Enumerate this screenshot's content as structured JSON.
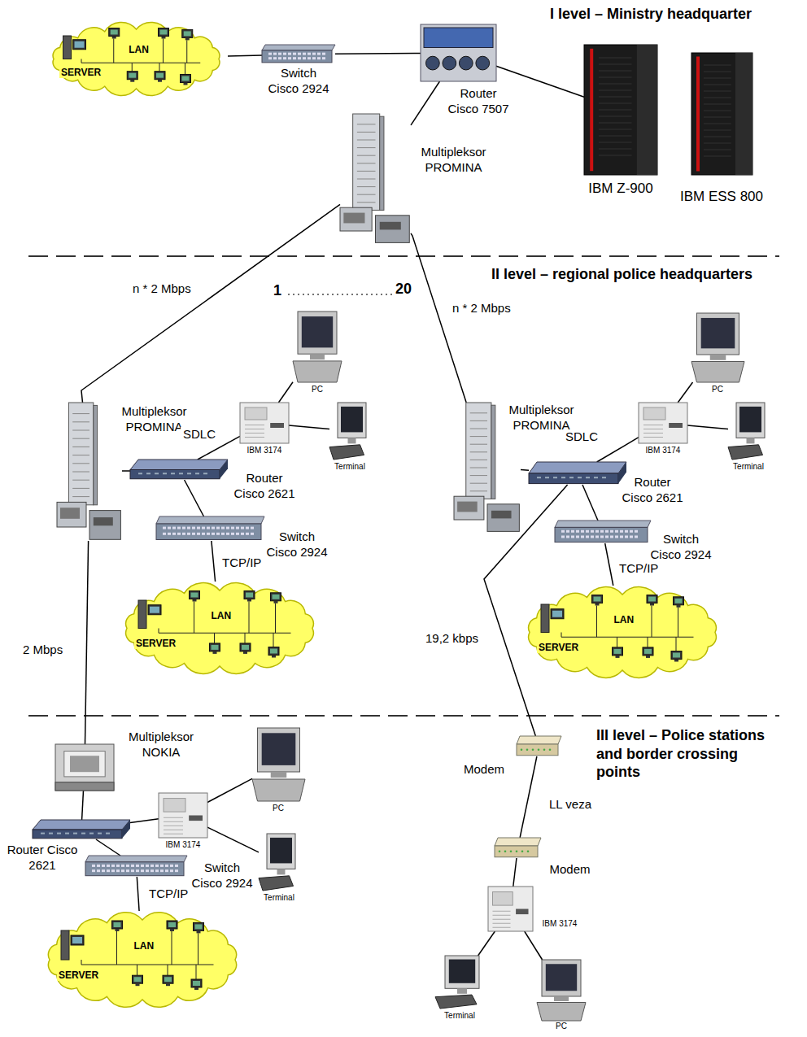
{
  "diagram": {
    "nodes": [
      {
        "text": [
          "LAN",
          "SERVER"
        ]
      },
      {
        "text": [
          "Switch Cisco 2924"
        ]
      },
      {
        "text": [
          "Router Cisco 7507"
        ]
      },
      {
        "text": [
          "IBM Z-900"
        ]
      },
      {
        "text": [
          "IBM ESS 800"
        ]
      },
      {
        "text": [
          "Multipleksor PROMINA"
        ]
      },
      {
        "text": [
          "Multipleksor PROMINA"
        ]
      },
      {
        "text": [
          "IBM 3174"
        ]
      },
      {
        "text": [
          "PC"
        ]
      },
      {
        "text": [
          "Terminal"
        ]
      },
      {
        "text": [
          "Router Cisco 2621"
        ]
      },
      {
        "text": [
          "Switch Cisco 2924"
        ]
      },
      {
        "text": [
          "LAN",
          "SERVER"
        ]
      },
      {
        "text": [
          "Multipleksor PROMINA"
        ]
      },
      {
        "text": [
          "IBM 3174"
        ]
      },
      {
        "text": [
          "PC"
        ]
      },
      {
        "text": [
          "Terminal"
        ]
      },
      {
        "text": [
          "Router Cisco 2621"
        ]
      },
      {
        "text": [
          "Switch Cisco 2924"
        ]
      },
      {
        "text": [
          "LAN",
          "SERVER"
        ]
      },
      {
        "text": [
          "Multipleksor NOKIA"
        ]
      },
      {
        "text": [
          "IBM 3174"
        ]
      },
      {
        "text": [
          "PC"
        ]
      },
      {
        "text": [
          "Terminal"
        ]
      },
      {
        "text": [
          "Router Cisco 2621"
        ]
      },
      {
        "text": [
          "Switch Cisco 2924"
        ]
      },
      {
        "text": [
          "LAN",
          "SERVER"
        ]
      },
      {
        "text": [
          "Modem"
        ]
      },
      {
        "text": [
          "Modem"
        ]
      },
      {
        "text": [
          "IBM 3174"
        ]
      },
      {
        "text": [
          "Terminal"
        ]
      },
      {
        "text": [
          "PC"
        ]
      }
    ],
    "edges": [
      {
        "from": 0,
        "to": 1,
        "arrow": "none"
      },
      {
        "from": 1,
        "to": 2,
        "arrow": "none"
      },
      {
        "from": 2,
        "to": 3,
        "arrow": "none"
      },
      {
        "from": 2,
        "to": 5,
        "arrow": "none"
      },
      {
        "from": 5,
        "to": 6,
        "label": "n * 2 Mbps",
        "arrow": "none"
      },
      {
        "from": 5,
        "to": 13,
        "label": "n * 2 Mbps",
        "arrow": "none"
      },
      {
        "from": 6,
        "to": 10,
        "arrow": "none"
      },
      {
        "from": 10,
        "to": 7,
        "label": "SDLC",
        "arrow": "none"
      },
      {
        "from": 7,
        "to": 8,
        "arrow": "none"
      },
      {
        "from": 7,
        "to": 9,
        "arrow": "none"
      },
      {
        "from": 10,
        "to": 11,
        "arrow": "none"
      },
      {
        "from": 11,
        "to": 12,
        "label": "TCP/IP",
        "arrow": "none"
      },
      {
        "from": 6,
        "to": 20,
        "label": "2 Mbps",
        "arrow": "none"
      },
      {
        "from": 13,
        "to": 17,
        "arrow": "none"
      },
      {
        "from": 17,
        "to": 14,
        "label": "SDLC",
        "arrow": "none"
      },
      {
        "from": 14,
        "to": 15,
        "arrow": "none"
      },
      {
        "from": 14,
        "to": 16,
        "arrow": "none"
      },
      {
        "from": 17,
        "to": 18,
        "arrow": "none"
      },
      {
        "from": 18,
        "to": 19,
        "label": "TCP/IP",
        "arrow": "none"
      },
      {
        "from": 17,
        "to": 27,
        "label": "19,2 kbps",
        "arrow": "none"
      },
      {
        "from": 27,
        "to": 28,
        "label": "LL veza",
        "arrow": "none"
      },
      {
        "from": 28,
        "to": 29,
        "arrow": "none"
      },
      {
        "from": 29,
        "to": 30,
        "arrow": "none"
      },
      {
        "from": 29,
        "to": 31,
        "arrow": "none"
      },
      {
        "from": 20,
        "to": 24,
        "arrow": "none"
      },
      {
        "from": 24,
        "to": 21,
        "arrow": "none"
      },
      {
        "from": 21,
        "to": 22,
        "arrow": "none"
      },
      {
        "from": 21,
        "to": 23,
        "arrow": "none"
      },
      {
        "from": 24,
        "to": 25,
        "arrow": "none"
      },
      {
        "from": 25,
        "to": 26,
        "label": "TCP/IP",
        "arrow": "none"
      }
    ],
    "labels": [
      "I level – Ministry headquarter",
      "II level – regional police headquarters",
      "1",
      "20",
      "III level – Police stations and border crossing points"
    ]
  }
}
